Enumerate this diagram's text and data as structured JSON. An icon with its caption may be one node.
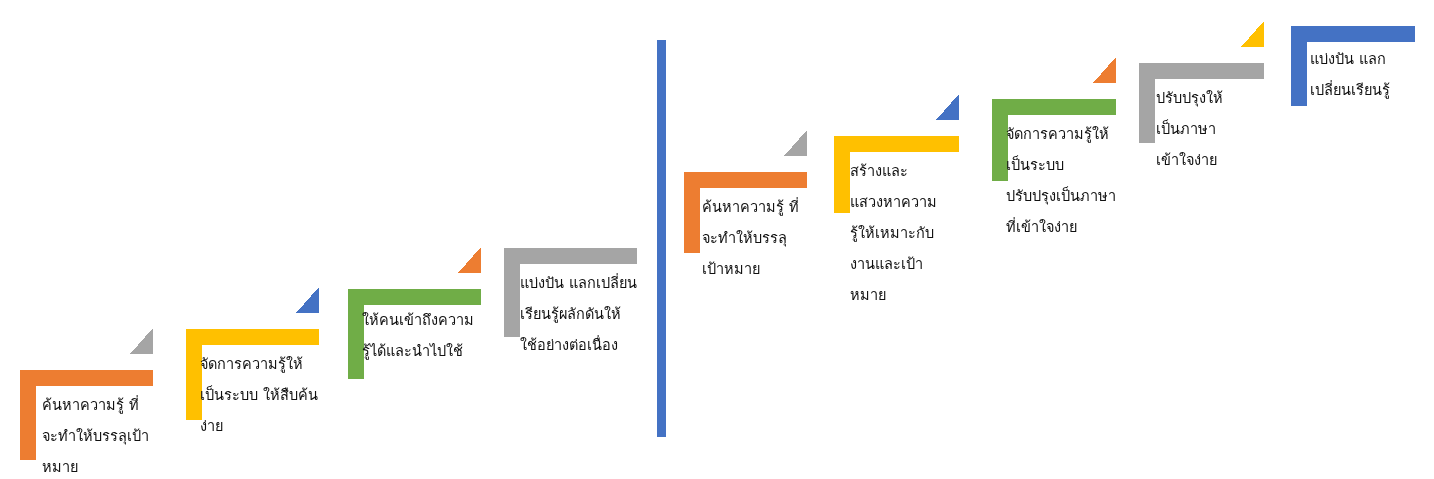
{
  "diagram": {
    "nodes": [
      {
        "text": [
          "ค้นหาความรู้ ที่จะทำให้บรรลุเป้าหมาย"
        ]
      },
      {
        "text": [
          "จัดการความรู้ให้เป็นระบบ ให้สืบค้นง่าย"
        ]
      },
      {
        "text": [
          "ให้คนเข้าถึงความรู้ได้และนำไปใช้"
        ]
      },
      {
        "text": [
          "แบ่งปัน แลกเปลี่ยนเรียนรู้ผลักดันให้ใช้อย่างต่อเนื่อง"
        ]
      },
      {
        "text": [
          "ค้นหาความรู้ ที่จะทำให้บรรลุเป้าหมาย"
        ]
      },
      {
        "text": [
          "สร้างและแสวงหาความรู้ให้เหมาะกับงานและเป้าหมาย"
        ]
      },
      {
        "text": [
          "จัดการความรู้ให้เป็นระบบ ปรับปรุงเป็นภาษาที่เข้าใจง่าย"
        ]
      },
      {
        "text": [
          "ปรับปรุงให้เป็นภาษาเข้าใจง่าย"
        ]
      },
      {
        "text": [
          "แบ่งปัน แลกเปลี่ยนเรียนรู้"
        ]
      }
    ]
  }
}
